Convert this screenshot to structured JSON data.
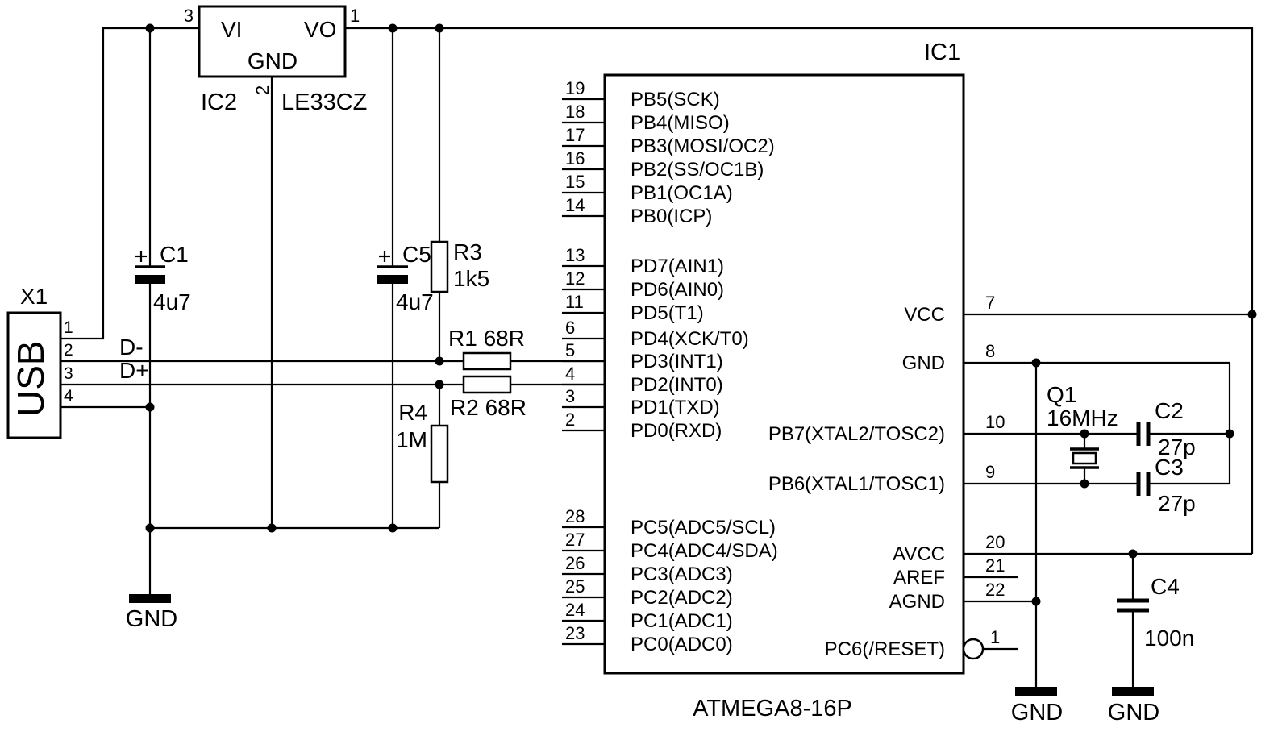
{
  "usb": {
    "ref": "X1",
    "label": "USB",
    "pins": [
      "1",
      "2",
      "3",
      "4"
    ]
  },
  "nets": {
    "dminus": "D-",
    "dplus": "D+"
  },
  "regulator": {
    "ref": "IC2",
    "part": "LE33CZ",
    "input_label": "VI",
    "output_label": "VO",
    "ground_label": "GND",
    "input_pin": "3",
    "output_pin": "1",
    "ground_pin": "2"
  },
  "components": {
    "c1": {
      "ref": "C1",
      "value": "4u7"
    },
    "c5": {
      "ref": "C5",
      "value": "4u7"
    },
    "r1": {
      "label": "R1 68R"
    },
    "r2": {
      "label": "R2 68R"
    },
    "r3": {
      "ref": "R3",
      "value": "1k5"
    },
    "r4": {
      "ref": "R4",
      "value": "1M"
    },
    "q1": {
      "ref": "Q1",
      "value": "16MHz"
    },
    "c2": {
      "ref": "C2",
      "value": "27p"
    },
    "c3": {
      "ref": "C3",
      "value": "27p"
    },
    "c4": {
      "ref": "C4",
      "value": "100n"
    }
  },
  "grounds": [
    "GND",
    "GND",
    "GND"
  ],
  "mcu": {
    "ref": "IC1",
    "part": "ATMEGA8-16P",
    "left_pins": [
      {
        "num": "19",
        "label": "PB5(SCK)"
      },
      {
        "num": "18",
        "label": "PB4(MISO)"
      },
      {
        "num": "17",
        "label": "PB3(MOSI/OC2)"
      },
      {
        "num": "16",
        "label": "PB2(SS/OC1B)"
      },
      {
        "num": "15",
        "label": "PB1(OC1A)"
      },
      {
        "num": "14",
        "label": "PB0(ICP)"
      },
      {
        "num": "13",
        "label": "PD7(AIN1)"
      },
      {
        "num": "12",
        "label": "PD6(AIN0)"
      },
      {
        "num": "11",
        "label": "PD5(T1)"
      },
      {
        "num": "6",
        "label": "PD4(XCK/T0)"
      },
      {
        "num": "5",
        "label": "PD3(INT1)"
      },
      {
        "num": "4",
        "label": "PD2(INT0)"
      },
      {
        "num": "3",
        "label": "PD1(TXD)"
      },
      {
        "num": "2",
        "label": "PD0(RXD)"
      },
      {
        "num": "28",
        "label": "PC5(ADC5/SCL)"
      },
      {
        "num": "27",
        "label": "PC4(ADC4/SDA)"
      },
      {
        "num": "26",
        "label": "PC3(ADC3)"
      },
      {
        "num": "25",
        "label": "PC2(ADC2)"
      },
      {
        "num": "24",
        "label": "PC1(ADC1)"
      },
      {
        "num": "23",
        "label": "PC0(ADC0)"
      }
    ],
    "right_pins": [
      {
        "num": "7",
        "label": "VCC"
      },
      {
        "num": "8",
        "label": "GND"
      },
      {
        "num": "10",
        "label": "PB7(XTAL2/TOSC2)"
      },
      {
        "num": "9",
        "label": "PB6(XTAL1/TOSC1)"
      },
      {
        "num": "20",
        "label": "AVCC"
      },
      {
        "num": "21",
        "label": "AREF"
      },
      {
        "num": "22",
        "label": "AGND"
      },
      {
        "num": "1",
        "label": "PC6(/RESET)"
      }
    ]
  }
}
